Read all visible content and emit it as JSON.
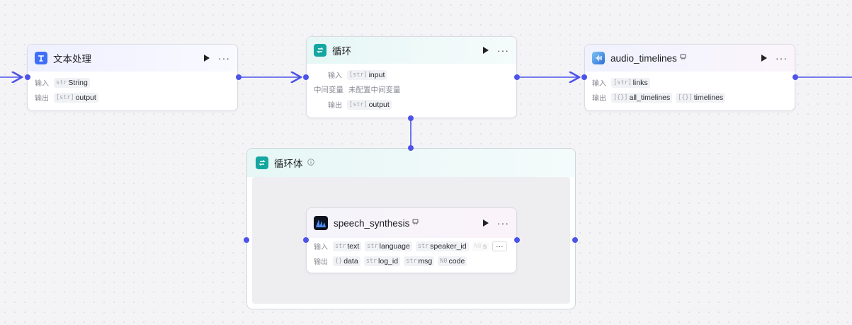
{
  "nodes": {
    "text_proc": {
      "title": "文本处理",
      "input_label": "输入",
      "output_label": "输出",
      "inputs": [
        {
          "type": "str",
          "name": "String"
        }
      ],
      "outputs": [
        {
          "type": "[str]",
          "name": "output"
        }
      ]
    },
    "loop": {
      "title": "循环",
      "input_label": "输入",
      "middle_label": "中间变量",
      "middle_value": "未配置中间变量",
      "output_label": "输出",
      "inputs": [
        {
          "type": "[str]",
          "name": "input"
        }
      ],
      "outputs": [
        {
          "type": "[str]",
          "name": "output"
        }
      ]
    },
    "audio": {
      "title": "audio_timelines",
      "input_label": "输入",
      "output_label": "输出",
      "inputs": [
        {
          "type": "[str]",
          "name": "links"
        }
      ],
      "outputs": [
        {
          "type": "[{}]",
          "name": "all_timelines"
        },
        {
          "type": "[{}]",
          "name": "timelines"
        }
      ]
    },
    "loop_body": {
      "title": "循环体"
    },
    "speech": {
      "title": "speech_synthesis",
      "input_label": "输入",
      "output_label": "输出",
      "inputs": [
        {
          "type": "str",
          "name": "text"
        },
        {
          "type": "str",
          "name": "language"
        },
        {
          "type": "str",
          "name": "speaker_id"
        },
        {
          "type": "N0",
          "name": "s"
        }
      ],
      "more": "···",
      "outputs": [
        {
          "type": "{}",
          "name": "data"
        },
        {
          "type": "str",
          "name": "log_id"
        },
        {
          "type": "str",
          "name": "msg"
        },
        {
          "type": "N0",
          "name": "code"
        }
      ]
    }
  },
  "icons": {
    "text_proc": "text-processing-icon",
    "loop": "loop-icon",
    "audio": "audio-plugin-icon",
    "speech": "speech-plugin-icon",
    "run": "play-icon",
    "more": "more-icon",
    "info": "info-icon",
    "plugin": "plugin-badge-icon"
  },
  "colors": {
    "accent": "#4d53e8",
    "loop_icon": "#14a6a0",
    "text_icon": "#3e6ff6"
  },
  "controls": {
    "more_glyph": "···"
  }
}
